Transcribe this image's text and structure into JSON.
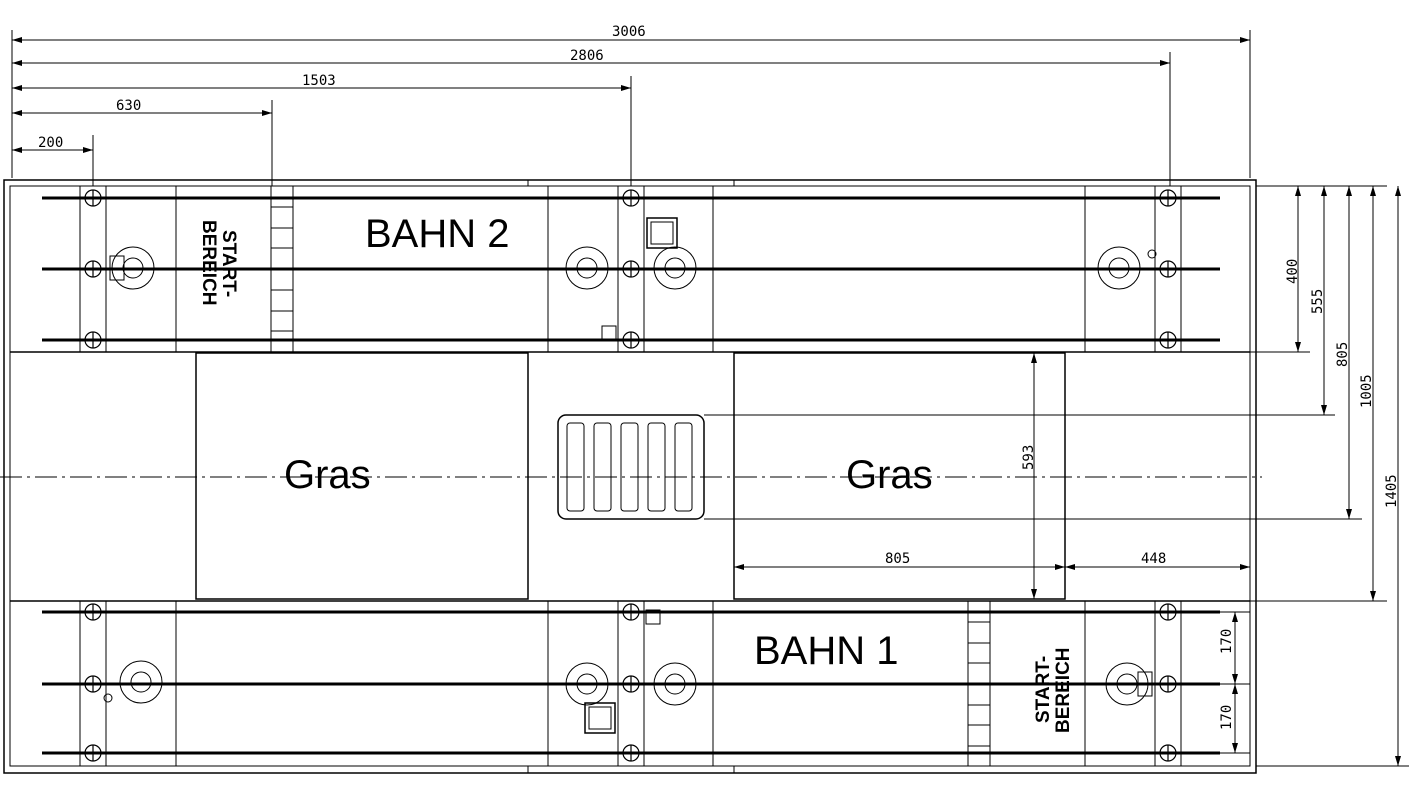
{
  "labels": {
    "lane2": "BAHN 2",
    "lane1": "BAHN 1",
    "grass_left": "Gras",
    "grass_right": "Gras",
    "start_line1": "START-",
    "start_line2": "BEREICH"
  },
  "dimensions": {
    "top": [
      "3006",
      "2806",
      "1503",
      "630",
      "200"
    ],
    "right": [
      "400",
      "555",
      "805",
      "1005",
      "1405"
    ],
    "grass_height": "593",
    "grass_width": "805",
    "right_margin": "448",
    "lane_spacing_a": "170",
    "lane_spacing_b": "170"
  },
  "colors": {
    "line": "#000000",
    "background": "#ffffff"
  }
}
